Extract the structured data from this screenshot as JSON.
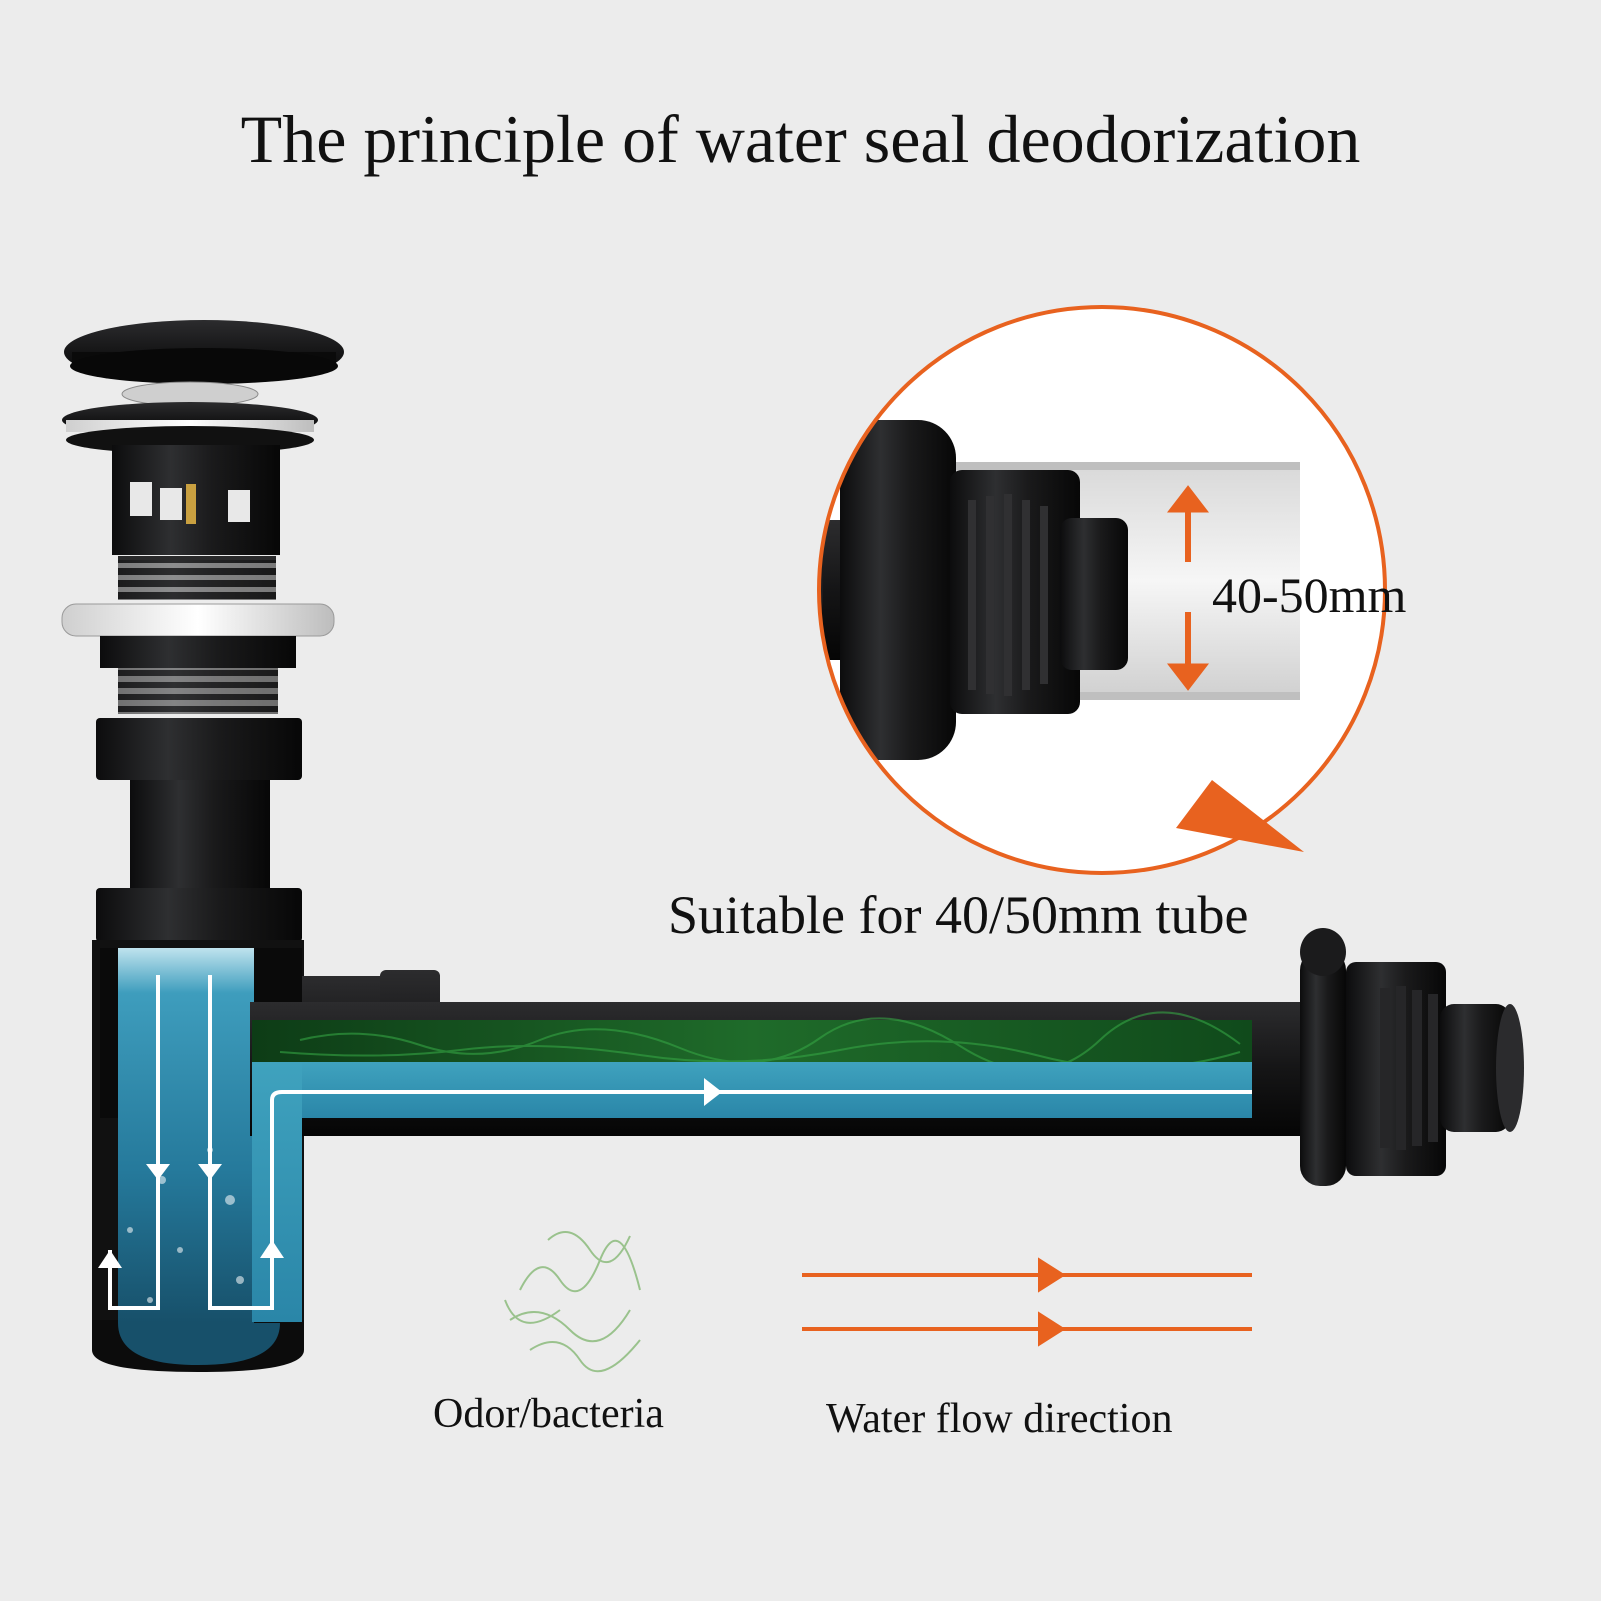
{
  "title": "The principle of water seal deodorization",
  "callout": {
    "size_label": "40-50mm",
    "tube_label": "Suitable for 40/50mm tube"
  },
  "legend": {
    "odor_label": "Odor/bacteria",
    "flow_label": "Water flow direction"
  },
  "colors": {
    "background": "#ececec",
    "pipe_black": "#1b1b1c",
    "water_blue": "#2a86a8",
    "odor_green": "#1f6b2a",
    "accent_orange": "#e8621f",
    "flow_line_white": "#ffffff"
  }
}
